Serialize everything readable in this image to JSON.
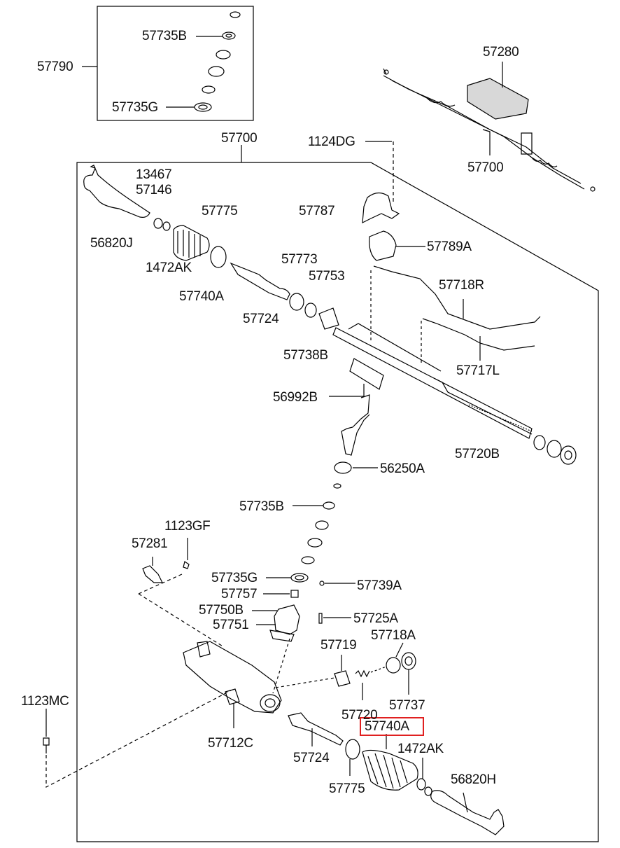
{
  "diagram": {
    "highlight_color": "#e02020",
    "line_color": "#000000",
    "labels": {
      "kit": "57790",
      "kit_seal_b": "57735B",
      "kit_seal_g": "57735G",
      "assembly_top": "57280",
      "assembly_top_sub": "57700",
      "main_assembly": "57700",
      "bolt_dg": "1124DG",
      "bracket": "57787",
      "bushing": "57789A",
      "tube_r": "57718R",
      "tube_l": "57717L",
      "rack": "57720B",
      "nameplate": "56992B",
      "seal_pinion": "56250A",
      "seal_b_mid": "57735B",
      "seal_g_mid": "57735G",
      "bolt_gf": "1123GF",
      "bracket_281": "57281",
      "part_13467": "13467",
      "part_57146": "57146",
      "tie_rod_end_l": "56820J",
      "nut_l": "1472AK",
      "boot_l": "57740A",
      "clip_l": "57775",
      "inner_rod_l": "57724",
      "ring_773": "57773",
      "bushing_753": "57753",
      "seal_738": "57738B",
      "part_757": "57757",
      "valve_750": "57750B",
      "valve_751": "57751",
      "part_739": "57739A",
      "bolt_725": "57725A",
      "yoke_719": "57719",
      "spring_720": "57720",
      "seal_718a": "57718A",
      "plug_737": "57737",
      "housing": "57712C",
      "bolt_mc": "1123MC",
      "inner_rod_r": "57724",
      "boot_r": "57740A",
      "nut_r": "1472AK",
      "clip_r": "57775",
      "tie_rod_end_r": "56820H"
    }
  }
}
